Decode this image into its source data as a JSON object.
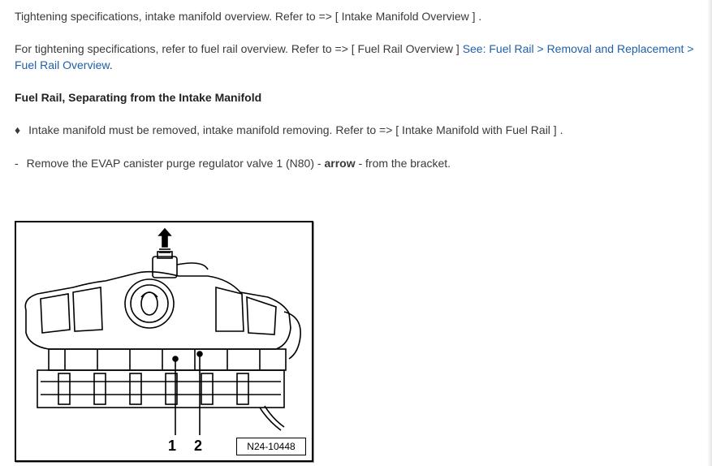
{
  "paragraphs": {
    "torque_intake": {
      "text": "Tightening specifications, intake manifold overview. Refer to => [ Intake Manifold Overview ] ."
    },
    "torque_fuel_rail": {
      "text": "For tightening specifications, refer to fuel rail overview. Refer to => [ Fuel Rail Overview ] ",
      "link_part1": "See: Fuel Rail > Removal and Replacement >",
      "link_part2": "Fuel Rail Overview",
      "trailing": "."
    }
  },
  "section": {
    "heading": "Fuel Rail, Separating from the Intake Manifold"
  },
  "prerequisite": {
    "bullet": "♦",
    "text": "Intake manifold must be removed, intake manifold removing. Refer to => [ Intake Manifold with Fuel Rail ] ."
  },
  "step": {
    "dash": "-",
    "text_before": "Remove the EVAP canister purge regulator valve 1 (N80) - ",
    "bold": "arrow",
    "text_after": " - from the bracket."
  },
  "figure": {
    "callout_1": "1",
    "callout_2": "2",
    "code": "N24-10448"
  }
}
